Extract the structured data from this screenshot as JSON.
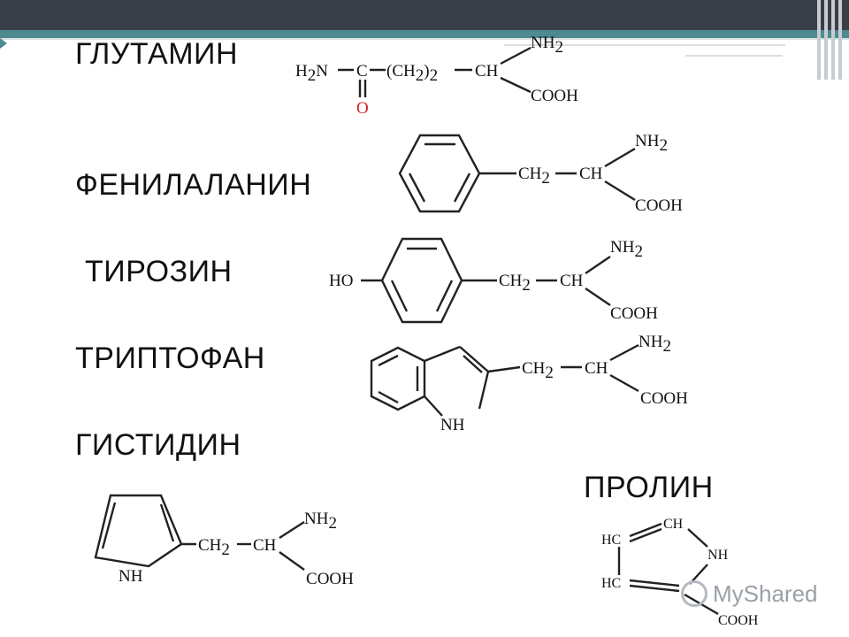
{
  "labels": {
    "glutamine": "ГЛУТАМИН",
    "phenylalanine": "ФЕНИЛАЛАНИН",
    "tyrosine": "ТИРОЗИН",
    "tryptophan": "ТРИПТОФАН",
    "histidine": "ГИСТИДИН",
    "proline": "ПРОЛИН"
  },
  "formula_text": {
    "nh2_n": "N",
    "h2": "H",
    "sub2": "2",
    "h2n": "H",
    "n": "N",
    "c": "C",
    "ch2_group": "(CH",
    "close2": ")",
    "ch": "CH",
    "ch2": "CH",
    "o": "O",
    "cooh_c": "C",
    "cooh_oo": "OO",
    "cooh_h": "H",
    "ho_h": "H",
    "ho_o": "O",
    "nh_n": "N",
    "nh_h": "H",
    "hc": "HC"
  },
  "watermark": {
    "text": "MyShared"
  },
  "colors": {
    "nitrogen": "#2443b8",
    "oxygen": "#d42020",
    "bar": "#3a3e47",
    "band": "#4f8a90"
  }
}
